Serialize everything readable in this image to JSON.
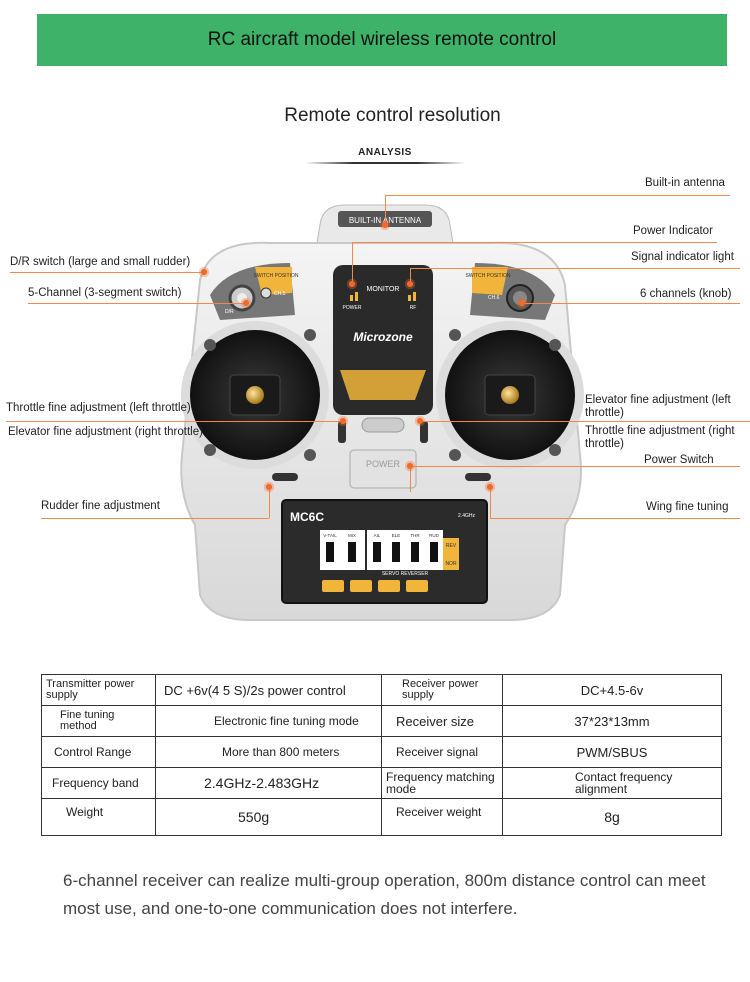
{
  "banner": {
    "title": "RC aircraft model wireless remote control"
  },
  "section": {
    "title": "Remote control resolution",
    "analysis": "ANALYSIS"
  },
  "device": {
    "antenna_plate": "BUILT-IN ANTENNA",
    "monitor": "MONITOR",
    "power_mini": "POWER",
    "rf_mini": "RF",
    "brand": "Microzone",
    "power_button": "POWER",
    "model": "MC6C",
    "band_mark": "2.4GHz",
    "switch_position": "SWITCH POSITION",
    "dr": "D/R",
    "ch5": "CH.5",
    "ch6": "CH.6",
    "reverser_title": "SERVO REVERSER",
    "reverser_channels": [
      "V-TAIL",
      "MIX",
      "AIL",
      "ELE",
      "THR",
      "RUD"
    ],
    "rev": "REV",
    "nor": "NOR"
  },
  "callouts": {
    "antenna": "Built-in antenna",
    "power_indicator": "Power Indicator",
    "signal_light": "Signal indicator light",
    "dr_switch": "D/R switch (large and small rudder)",
    "five_channel": "5-Channel (3-segment switch)",
    "six_channel": "6 channels (knob)",
    "throttle_fine": "Throttle fine adjustment (left throttle)",
    "elevator_fine_right": "Elevator fine adjustment (right throttle)",
    "elevator_fine_left": "Elevator fine adjustment (left throttle)",
    "throttle_fine_right": "Throttle fine adjustment (right throttle)",
    "power_switch": "Power Switch",
    "rudder_fine": "Rudder fine adjustment",
    "wing_fine": "Wing fine tuning"
  },
  "specs": [
    [
      "Transmitter power supply",
      "DC +6v(4 5 S)/2s power control",
      "Receiver power supply",
      "DC+4.5-6v"
    ],
    [
      "Fine tuning method",
      "Electronic fine tuning mode",
      "Receiver size",
      "37*23*13mm"
    ],
    [
      "Control Range",
      "More than 800 meters",
      "Receiver signal",
      "PWM/SBUS"
    ],
    [
      "Frequency band",
      "2.4GHz-2.483GHz",
      "Frequency matching mode",
      "Contact frequency alignment"
    ],
    [
      "Weight",
      "550g",
      "Receiver weight",
      "8g"
    ]
  ],
  "footer": "6-channel receiver can realize multi-group operation, 800m distance control can meet most use, and one-to-one communication does not interfere."
}
